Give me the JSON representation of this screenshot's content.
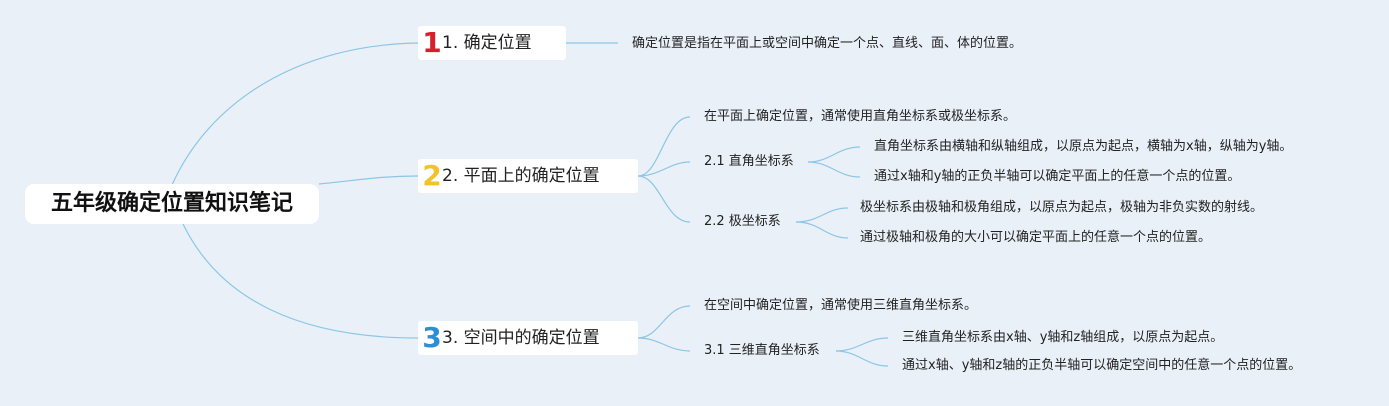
{
  "root": {
    "title": "五年级确定位置知识笔记"
  },
  "branches": [
    {
      "number": "1",
      "label": "1. 确定位置",
      "color": "#d91f2a",
      "desc": "确定位置是指在平面上或空间中确定一个点、直线、面、体的位置。"
    },
    {
      "number": "2",
      "label": "2. 平面上的确定位置",
      "color": "#f2c12e",
      "intro": "在平面上确定位置，通常使用直角坐标系或极坐标系。",
      "subs": [
        {
          "label": "2.1 直角坐标系",
          "details": [
            "直角坐标系由横轴和纵轴组成，以原点为起点，横轴为x轴，纵轴为y轴。",
            "通过x轴和y轴的正负半轴可以确定平面上的任意一个点的位置。"
          ]
        },
        {
          "label": "2.2 极坐标系",
          "details": [
            "极坐标系由极轴和极角组成，以原点为起点，极轴为非负实数的射线。",
            "通过极轴和极角的大小可以确定平面上的任意一个点的位置。"
          ]
        }
      ]
    },
    {
      "number": "3",
      "label": "3. 空间中的确定位置",
      "color": "#2a8fd6",
      "intro": "在空间中确定位置，通常使用三维直角坐标系。",
      "subs": [
        {
          "label": "3.1 三维直角坐标系",
          "details": [
            "三维直角坐标系由x轴、y轴和z轴组成，以原点为起点。",
            "通过x轴、y轴和z轴的正负半轴可以确定空间中的任意一个点的位置。"
          ]
        }
      ]
    }
  ],
  "colors": {
    "line": "#8cc6e6",
    "background": "#e9f0f8"
  }
}
